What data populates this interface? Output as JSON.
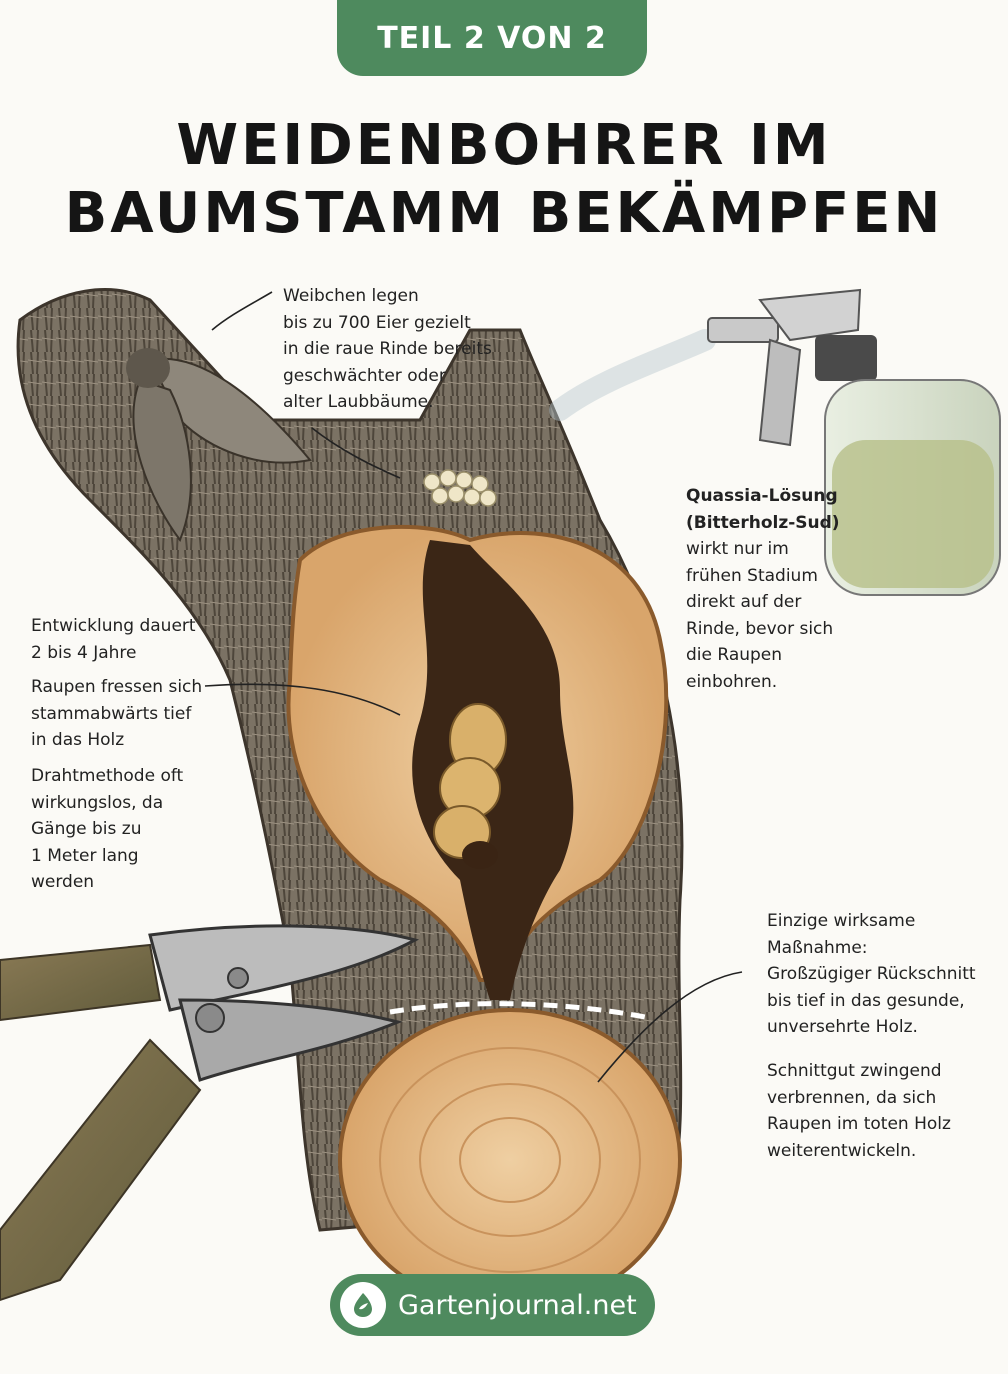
{
  "badge": {
    "label": "TEIL 2 VON 2"
  },
  "title": {
    "line1": "WEIDENBOHRER IM",
    "line2": "BAUMSTAMM BEKÄMPFEN"
  },
  "notes": {
    "eggs": [
      "Weibchen legen",
      "bis zu 700 Eier gezielt",
      "in die raue Rinde bereits",
      "geschwächter oder",
      "alter Laubbäume."
    ],
    "quassia": {
      "heading": [
        "Quassia-Lösung",
        "(Bitterholz-Sud)"
      ],
      "lines": [
        "wirkt nur im",
        "frühen Stadium",
        "direkt auf der",
        "Rinde, bevor sich",
        "die Raupen",
        "einbohren."
      ]
    },
    "development": [
      "Entwicklung dauert",
      "2 bis 4 Jahre"
    ],
    "larvae": [
      "Raupen fressen sich",
      "stammabwärts tief",
      "in das Holz"
    ],
    "wire": [
      "Drahtmethode oft",
      "wirkungslos, da",
      "Gänge bis zu",
      "1 Meter lang",
      "werden"
    ],
    "measure": [
      "Einzige wirksame",
      "Maßnahme:",
      "Großzügiger Rückschnitt",
      "bis tief in das gesunde,",
      "unversehrte Holz."
    ],
    "burn": [
      "Schnittgut zwingend",
      "verbrennen, da sich",
      "Raupen im toten Holz",
      "weiterentwickeln."
    ]
  },
  "footer": {
    "label": "Gartenjournal.net",
    "icon": "leaf-drop-icon"
  },
  "colors": {
    "accent": "#4e8a5e",
    "bark": "#6f6659",
    "wood": "#e2b98a"
  }
}
